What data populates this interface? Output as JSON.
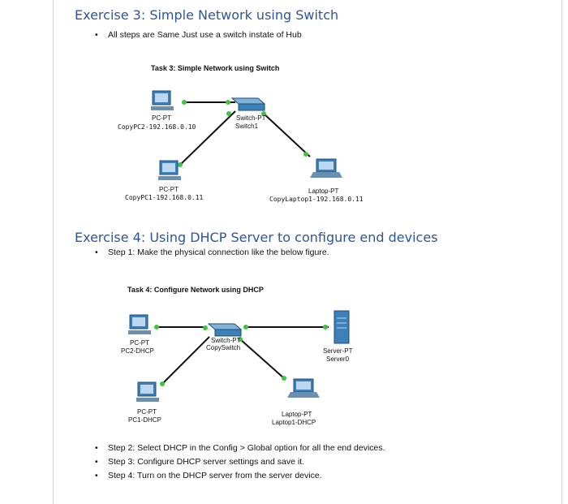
{
  "exercise3": {
    "heading": "Exercise 3: Simple Network using Switch",
    "bullet": "All steps are Same Just use a switch instate of Hub",
    "diagram": {
      "title": "Task 3: Simple Network using Switch",
      "pc2_type": "PC-PT",
      "pc2_name": "CopyPC2-192.168.0.10",
      "switch_type": "Switch-PT",
      "switch_name": "Switch1",
      "pc1_type": "PC-PT",
      "pc1_name": "CopyPC1-192.168.0.11",
      "laptop_type": "Laptop-PT",
      "laptop_name": "CopyLaptop1-192.168.0.11"
    }
  },
  "exercise4": {
    "heading": "Exercise 4: Using DHCP Server to configure end devices",
    "step1": "Step 1: Make the physical connection like the below figure.",
    "diagram": {
      "title": "Task 4: Configure Network using DHCP",
      "pc2_type": "PC-PT",
      "pc2_name": "PC2-DHCP",
      "switch_type": "Switch-PT",
      "switch_name": "CopySwitch",
      "server_type": "Server-PT",
      "server_name": "Server0",
      "pc1_type": "PC-PT",
      "pc1_name": "PC1-DHCP",
      "laptop_type": "Laptop-PT",
      "laptop_name": "Laptop1-DHCP"
    },
    "steps": [
      "Step 2: Select DHCP in the Config > Global option for all the end devices.",
      "Step 3: Configure DHCP server settings and save it.",
      "Step 4: Turn on the DHCP server from the server device."
    ]
  },
  "colors": {
    "heading": "#2f5597",
    "device": "#3d7fb8",
    "link_up": "#3ec43e"
  }
}
